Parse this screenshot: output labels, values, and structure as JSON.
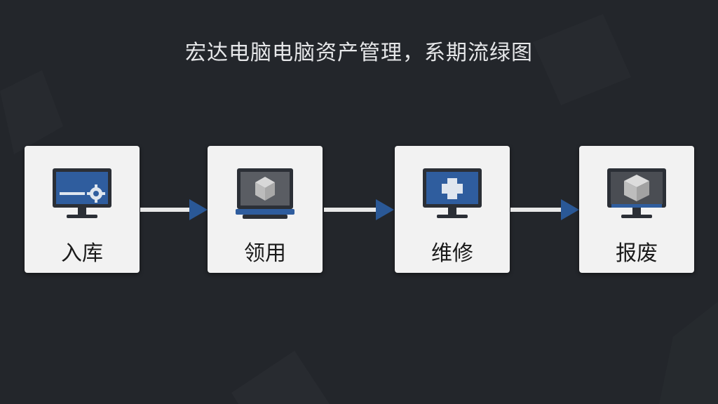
{
  "title": "宏达电脑电脑资产管理，系期流绿图",
  "steps": [
    {
      "label": "入库",
      "icon": "monitor-gear-icon"
    },
    {
      "label": "领用",
      "icon": "monitor-box-icon"
    },
    {
      "label": "维修",
      "icon": "monitor-plus-icon"
    },
    {
      "label": "报废",
      "icon": "monitor-package-icon"
    }
  ],
  "colors": {
    "background": "#23262b",
    "card": "#f2f2f2",
    "accent_blue": "#2f5d9e",
    "arrow_blue": "#2a5896",
    "arrow_line": "#e8e8e8"
  }
}
